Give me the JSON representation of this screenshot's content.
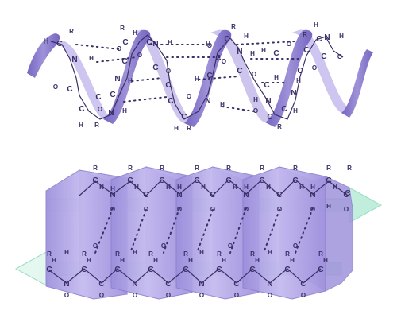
{
  "colors": {
    "helix_ribbon_front": "#8b7bcc",
    "helix_ribbon_back": "#c9bfee",
    "sheet_face": "#b3a6e6",
    "sheet_edge": "#8d7fd0",
    "arrow_fill": "#ccf0e3",
    "bond_line": "#3a2f66",
    "hbond_dot": "#3a2f66"
  },
  "atom_labels": {
    "r": "R",
    "h": "H",
    "c": "C",
    "n": "N",
    "o": "O"
  }
}
